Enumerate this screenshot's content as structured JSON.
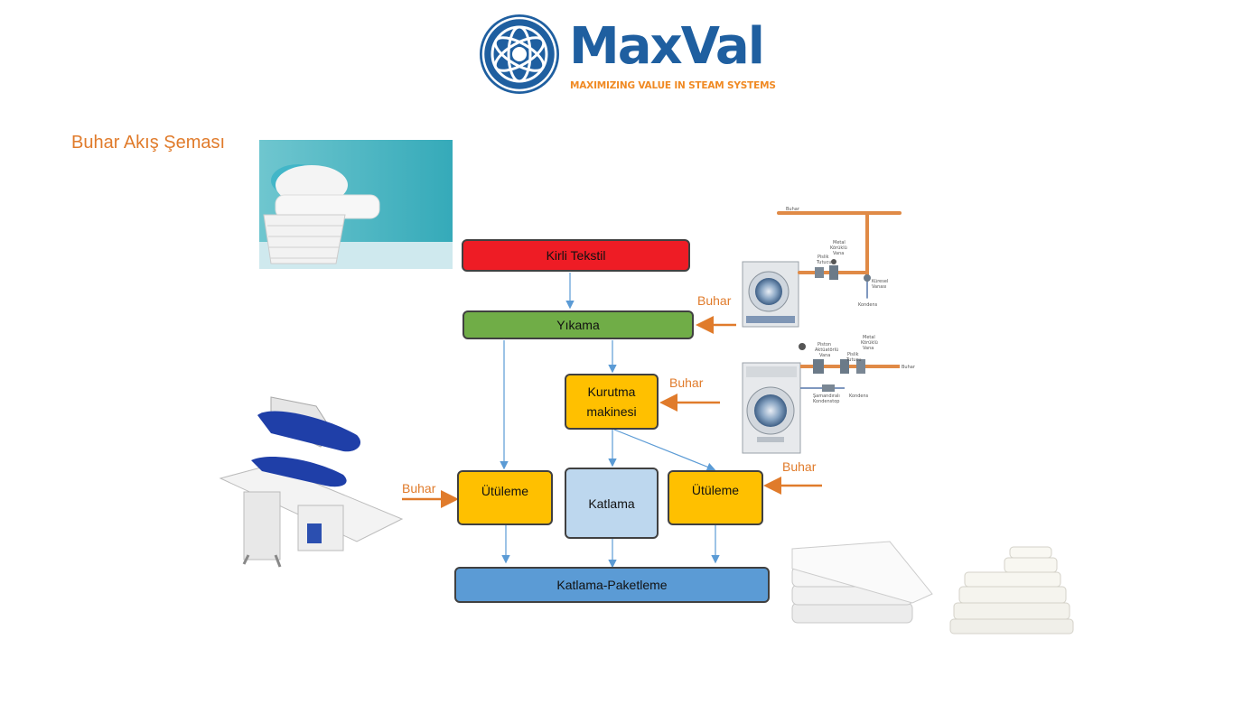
{
  "logo": {
    "name": "MaxVal",
    "tagline": "MAXIMIZING VALUE IN STEAM SYSTEMS"
  },
  "title": "Buhar Akış Şeması",
  "nodes": {
    "kirli": "Kirli Tekstil",
    "yikama": "Yıkama",
    "kurutma": "Kurutma makinesi",
    "utuleme_left": "Ütüleme",
    "katlama": "Katlama",
    "utuleme_right": "Ütüleme",
    "paket": "Katlama-Paketleme"
  },
  "steam_label": "Buhar",
  "schematic_washer": {
    "buhar": "Buhar",
    "metal_vana_1": "Metal",
    "metal_vana_2": "Körüklü",
    "metal_vana_3": "Vana",
    "pislik_1": "Pislik",
    "pislik_2": "Tutucu",
    "kuresel_1": "Küresel",
    "kuresel_2": "Vanası",
    "kondens": "Kondens"
  },
  "schematic_dryer": {
    "piston_1": "Piston",
    "piston_2": "Aktüatörlü",
    "piston_3": "Vana",
    "metal_1": "Metal",
    "metal_2": "Körüklü",
    "metal_3": "Vana",
    "pislik_1": "Pislik",
    "pislik_2": "Tutucu",
    "buhar": "Buhar",
    "samandira_1": "Şamandıralı",
    "samandira_2": "Kondenstop",
    "kondens": "Kondens"
  },
  "colors": {
    "brand_blue": "#1f5fa0",
    "accent_orange": "#f08a24",
    "steam_orange": "#e07b2b",
    "kirli_red": "#ee1c25",
    "yikama_green": "#70ad47",
    "kurutma_yellow": "#ffc000",
    "katlama_lightblue": "#bdd7ee",
    "paket_blue": "#5b9bd5",
    "connector_blue": "#5b9bd5"
  }
}
